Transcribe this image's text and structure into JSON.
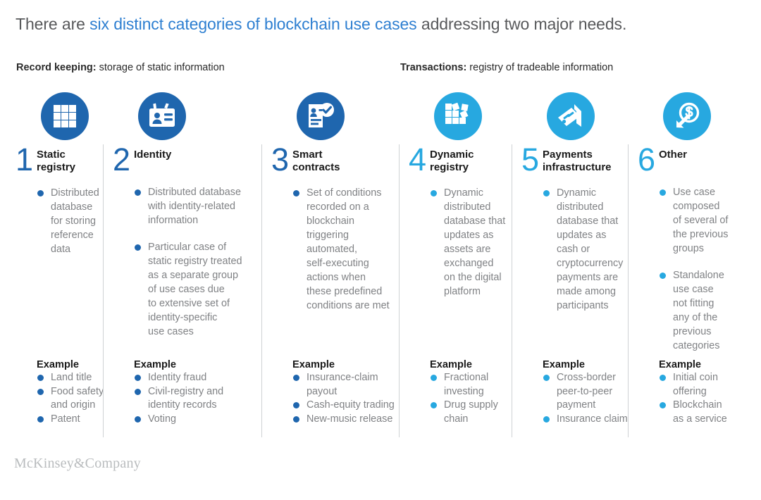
{
  "title": {
    "pre": "There are ",
    "highlight": "six distinct categories of blockchain use cases",
    "post": " addressing two major needs."
  },
  "sections": [
    {
      "bold": "Record keeping:",
      "rest": " storage of static information"
    },
    {
      "bold": "Transactions:",
      "rest": " registry of tradeable information"
    }
  ],
  "colors": {
    "dark_blue": "#1F66AE",
    "light_blue": "#27A8E0",
    "title_blue": "#2E7FD1",
    "body_gray": "#808285",
    "heading_black": "#1a1a1a",
    "divider": "#cfd2d4",
    "logo_gray": "#b9bcbe"
  },
  "columns": [
    {
      "number": "1",
      "title": "Static\nregistry",
      "icon": "grid-table-icon",
      "accent": "#1F66AE",
      "bullets": [
        "Distributed\ndatabase\nfor storing\nreference\ndata"
      ],
      "example_label": "Example",
      "examples": [
        "Land title",
        "Food safety\nand origin",
        "Patent"
      ]
    },
    {
      "number": "2",
      "title": "Identity",
      "icon": "id-badge-icon",
      "accent": "#1F66AE",
      "bullets": [
        "Distributed database\nwith identity-related\ninformation",
        "Particular case of\nstatic registry treated\nas a separate group\nof use cases due\nto extensive set of\nidentity-specific\nuse cases"
      ],
      "example_label": "Example",
      "examples": [
        "Identity fraud",
        "Civil-registry and\nidentity records",
        "Voting"
      ]
    },
    {
      "number": "3",
      "title": "Smart\ncontracts",
      "icon": "document-check-icon",
      "accent": "#1F66AE",
      "bullets": [
        "Set of conditions\nrecorded on a\nblockchain\ntriggering\nautomated,\nself-executing\nactions when\nthese predefined\nconditions are met"
      ],
      "example_label": "Example",
      "examples": [
        "Insurance-claim\npayout",
        "Cash-equity trading",
        "New-music release"
      ]
    },
    {
      "number": "4",
      "title": "Dynamic\nregistry",
      "icon": "dynamic-grid-icon",
      "accent": "#27A8E0",
      "bullets": [
        "Dynamic\ndistributed\ndatabase that\nupdates as\nassets are\nexchanged\non the digital\nplatform"
      ],
      "example_label": "Example",
      "examples": [
        "Fractional\ninvesting",
        "Drug supply\nchain"
      ]
    },
    {
      "number": "5",
      "title": "Payments\ninfrastructure",
      "icon": "card-reader-icon",
      "accent": "#27A8E0",
      "bullets": [
        "Dynamic\ndistributed\ndatabase that\nupdates as\ncash or\ncryptocurrency\npayments are\nmade among\nparticipants"
      ],
      "example_label": "Example",
      "examples": [
        "Cross-border\npeer-to-peer\npayment",
        "Insurance claim"
      ]
    },
    {
      "number": "6",
      "title": "Other",
      "icon": "dollar-arrow-icon",
      "accent": "#27A8E0",
      "bullets": [
        "Use case\ncomposed\nof several of\nthe previous\ngroups",
        "Standalone\nuse case\nnot fitting\nany of the\nprevious\ncategories"
      ],
      "example_label": "Example",
      "examples": [
        "Initial coin\noffering",
        "Blockchain\nas a service"
      ]
    }
  ],
  "footer": {
    "logo": "McKinsey&Company"
  }
}
